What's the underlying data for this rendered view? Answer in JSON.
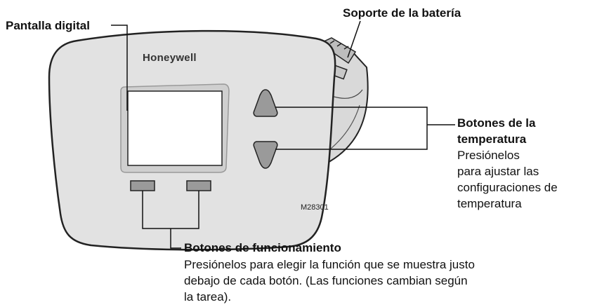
{
  "labels": {
    "display": "Pantalla digital",
    "battery": "Soporte de la batería",
    "temp_title_1": "Botones de la",
    "temp_title_2": "temperatura",
    "temp_desc_1": "Presiónelos",
    "temp_desc_2": "para ajustar las",
    "temp_desc_3": "configuraciones de",
    "temp_desc_4": "temperatura",
    "func_title": "Botones de funcionamiento",
    "func_desc_1": "Presiónelos para elegir la función que se muestra justo",
    "func_desc_2": "debajo de cada botón. (Las funciones cambian según",
    "func_desc_3": "la tarea)."
  },
  "device": {
    "brand": "Honeywell",
    "model_code": "M28301"
  },
  "colors": {
    "body_fill": "#e2e2e2",
    "body_stroke": "#222222",
    "screen_fill": "#ffffff",
    "button_fill": "#9a9a9a",
    "line": "#111111"
  }
}
